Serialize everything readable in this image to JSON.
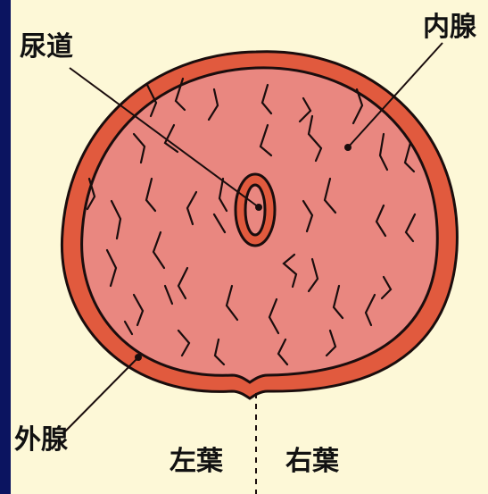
{
  "labels": {
    "urethra": "尿道",
    "inner_gland": "内腺",
    "outer_gland": "外腺",
    "left_lobe": "左葉",
    "right_lobe": "右葉"
  },
  "colors": {
    "background_frame": "#0b1460",
    "background": "#fdf8d7",
    "outer_gland": "#e15a3e",
    "inner_gland": "#e98780",
    "outline": "#1a0d0d"
  }
}
